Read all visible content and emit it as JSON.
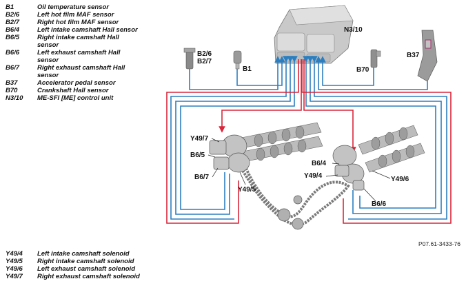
{
  "legend_top": [
    {
      "code": "B1",
      "desc": "Oil temperature sensor"
    },
    {
      "code": "B2/6",
      "desc": "Left hot film MAF sensor"
    },
    {
      "code": "B2/7",
      "desc": "Right hot film MAF sensor"
    },
    {
      "code": "B6/4",
      "desc": "Left intake camshaft Hall sensor"
    },
    {
      "code": "B6/5",
      "desc": "Right intake camshaft Hall sensor"
    },
    {
      "code": "B6/6",
      "desc": "Left exhaust camshaft Hall sensor"
    },
    {
      "code": "B6/7",
      "desc": "Right exhaust camshaft Hall sensor"
    },
    {
      "code": "B37",
      "desc": "Accelerator pedal sensor"
    },
    {
      "code": "B70",
      "desc": "Crankshaft Hall sensor"
    },
    {
      "code": "N3/10",
      "desc": "ME-SFI [ME] control unit"
    }
  ],
  "legend_bottom": [
    {
      "code": "Y49/4",
      "desc": "Left intake camshaft solenoid"
    },
    {
      "code": "Y49/5",
      "desc": "Right intake camshaft solenoid"
    },
    {
      "code": "Y49/6",
      "desc": "Left exhaust camshaft solenoid"
    },
    {
      "code": "Y49/7",
      "desc": "Right exhaust camshaft solenoid"
    }
  ],
  "labels": {
    "n3_10": "N3/10",
    "b2_6": "B2/6",
    "b2_7": "B2/7",
    "b1": "B1",
    "b70": "B70",
    "b37": "B37",
    "y49_7": "Y49/7",
    "b6_5": "B6/5",
    "b6_7": "B6/7",
    "y49_5": "Y49/5",
    "b6_4": "B6/4",
    "y49_4": "Y49/4",
    "y49_6": "Y49/6",
    "b6_6": "B6/6"
  },
  "figure_code": "P07.61-3433-76",
  "colors": {
    "signal_wire": "#2b7fc0",
    "control_wire": "#d9263a",
    "component_gray": "#a9a9a9"
  }
}
